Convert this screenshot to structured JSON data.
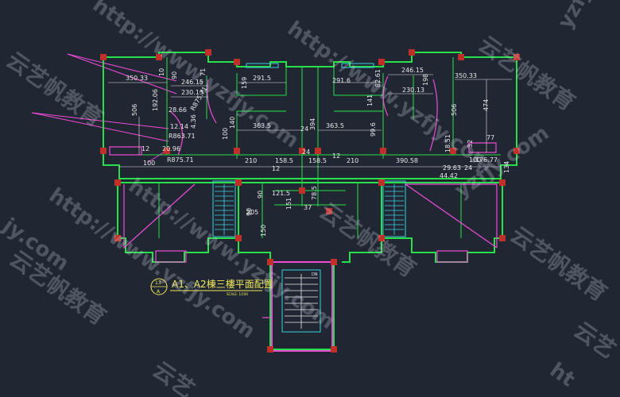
{
  "drawing": {
    "title": "A1、A2棟三樓平面配置",
    "scale": "SCALE: 1/100",
    "detail_no": "13",
    "detail_sheet": "A",
    "stair_mark": "DN"
  },
  "dimensions": {
    "d350_33_l": "350.33",
    "d246_15_l": "246.15",
    "d230_13_l": "230.13",
    "d291_5": "291.5",
    "d291_6": "291.6",
    "d246_15_r": "246.15",
    "d230_13_r": "230.13",
    "d350_33_r": "350.33",
    "d506_l": "506",
    "d192_06": "192.06",
    "d28_66": "28.66",
    "d12_14": "12.14",
    "d4_36": "4.36",
    "r863_71": "R863.71",
    "r875_71": "R875.71",
    "r875_71b": "R875.71",
    "d20_96": "20.96",
    "d12_a": "12",
    "d100_l": "100",
    "d363_5_l": "363.5",
    "d24_a": "24",
    "d394": "394",
    "d363_5_r": "363.5",
    "d99_6": "99.6",
    "d24_b": "24",
    "d12_b": "12",
    "d210_a": "210",
    "d158_5_a": "158.5",
    "d158_5_b": "158.5",
    "d210_b": "210",
    "d390_58": "390.58",
    "d12_c": "12",
    "d506_r": "506",
    "d474": "474",
    "d198": "198",
    "d82_61": "82.61",
    "d141": "141",
    "d18_51": "18.51",
    "d32": "32",
    "d77": "77",
    "d100_r": "100",
    "d176_77": "176.77",
    "d29_63": "29.63",
    "d24_c": "24",
    "d44_42": "44.42",
    "d134": "134",
    "d121_5": "121.5",
    "d78_5": "78.5",
    "d151": "151",
    "d37": "37",
    "d90_a": "90",
    "d90_b": "90",
    "d205": "205",
    "d150": "150",
    "d100_m": "100",
    "d140": "140",
    "d10": "10",
    "d90_c": "90",
    "d159": "159",
    "d71": "71"
  },
  "watermarks": {
    "url_a": "http://www.yzfjy.com",
    "url_b": "http://www.yzfjy.com",
    "url_c": "http://www.yzfjy.com",
    "url_d": "http://www.yzfjy.com",
    "url_e": "yzfjy.com",
    "cn_a": "云艺帆教育",
    "cn_b": "云艺帆教育",
    "cn_c": "云艺帆教育",
    "cn_d": "云艺帆教育",
    "cn_e": "云艺帆教育",
    "frag_a": "yzfj",
    "frag_b": "jy.com",
    "frag_c": "云艺",
    "frag_d": "云艺",
    "frag_e": "ht"
  },
  "colors": {
    "background": "#202733",
    "wall": "#27e04a",
    "furniture": "#f04bd8",
    "dimension": "#e8e8e8",
    "title": "#f2e85a",
    "column": "#c0302a",
    "glazing": "#3bd0e0"
  }
}
